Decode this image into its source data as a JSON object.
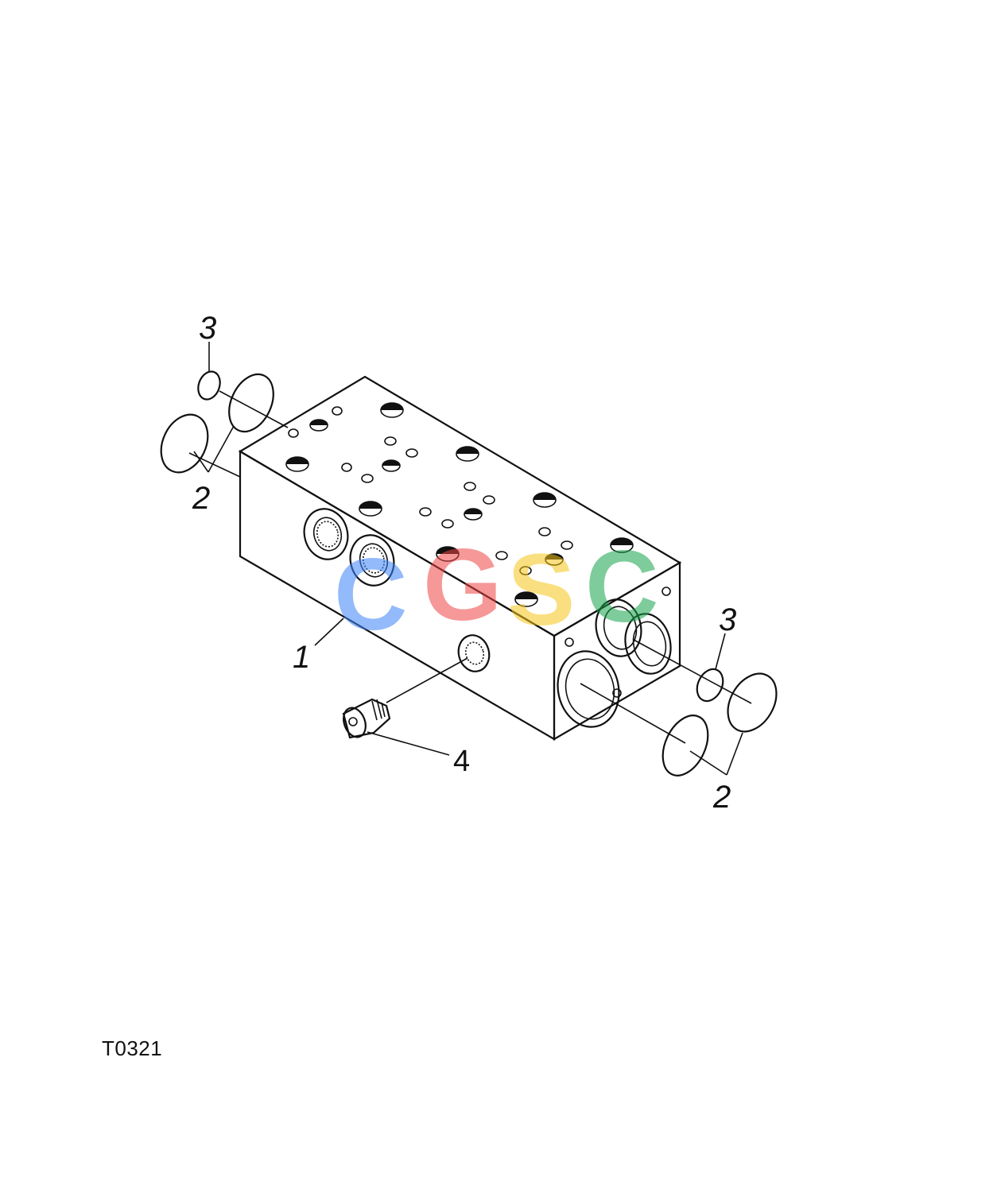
{
  "callouts": {
    "part_1": "1",
    "part_2_left": "2",
    "part_2_right": "2",
    "part_3_left": "3",
    "part_3_right": "3",
    "part_4": "4"
  },
  "figure_code": "T0321",
  "watermark": {
    "letters": [
      "C",
      "G",
      "S",
      "C"
    ],
    "colors": [
      "#3b82f6",
      "#ef4444",
      "#f5c518",
      "#16a34a"
    ]
  }
}
